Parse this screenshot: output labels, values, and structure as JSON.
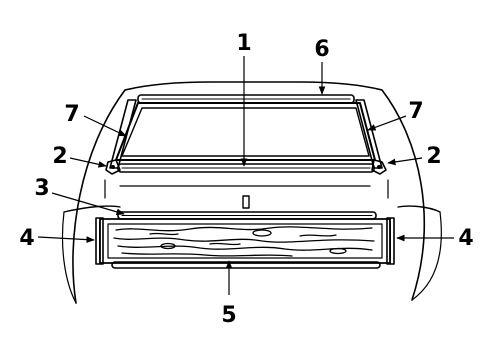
{
  "callouts": {
    "c1": "1",
    "c2_left": "2",
    "c2_right": "2",
    "c3": "3",
    "c4_left": "4",
    "c4_right": "4",
    "c5": "5",
    "c6": "6",
    "c7_left": "7",
    "c7_right": "7"
  },
  "colors": {
    "ink": "#000000",
    "paper": "#ffffff"
  }
}
